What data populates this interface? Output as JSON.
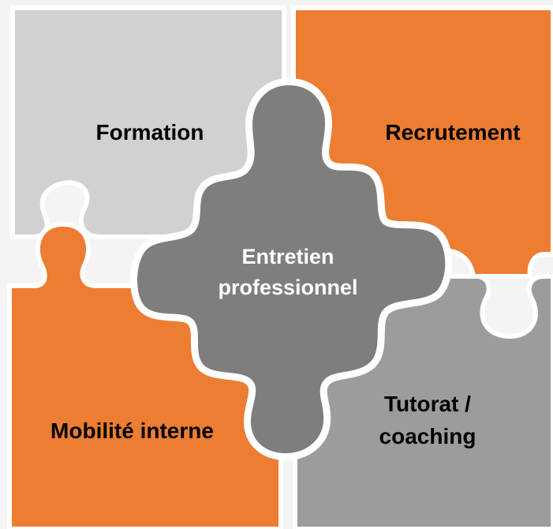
{
  "pieces": {
    "top_left": {
      "label": "Formation",
      "color": "#d1d1d1"
    },
    "top_right": {
      "label": "Recrutement",
      "color": "#ed7d31"
    },
    "bottom_left": {
      "label": "Mobilité interne",
      "color": "#ed7d31"
    },
    "bottom_right": {
      "label_line1": "Tutorat /",
      "label_line2": "coaching",
      "color": "#9c9c9c"
    },
    "center": {
      "label_line1": "Entretien",
      "label_line2": "professionnel",
      "color": "#7e7e7e"
    }
  },
  "colors": {
    "background": "#f4f4f4",
    "outline": "#ffffff"
  }
}
